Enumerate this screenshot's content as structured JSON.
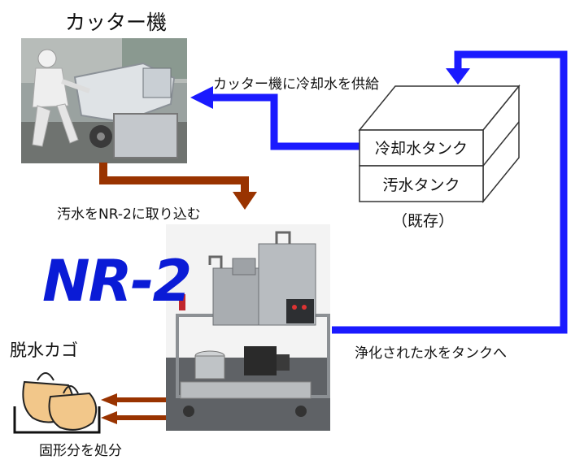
{
  "labels": {
    "cutter_title": "カッター機",
    "supply_water": "カッター機に冷却水を供給",
    "cooling_tank": "冷却水タンク",
    "waste_tank": "汚水タンク",
    "existing": "（既存）",
    "intake": "汚水をNR-2に取り込む",
    "product_name": "NR-2",
    "purified": "浄化された水をタンクへ",
    "basket": "脱水カゴ",
    "dispose": "固形分を処分"
  },
  "colors": {
    "blue_flow": "#1a1aff",
    "brown_flow": "#993300",
    "title_blue": "#0a1bd6"
  },
  "icons": {
    "cutter_photo": "cutter-machine-photo",
    "nr2_photo": "nr2-unit-photo",
    "bags": "dewatering-bags-icon"
  }
}
